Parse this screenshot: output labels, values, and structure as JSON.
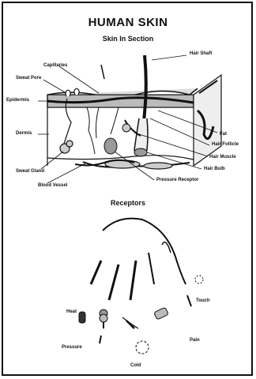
{
  "title": "HUMAN SKIN",
  "section_heading": "Skin In Section",
  "receptors_heading": "Receptors",
  "section_labels": {
    "hair_shaft": "Hair Shaft",
    "capillaries": "Capillaries",
    "sweat_pore": "Sweat Pore",
    "epidermis": "Epidermis",
    "dermis": "Dermis",
    "sweat_gland": "Sweat Gland",
    "blood_vessel": "Blood Vessel",
    "fat": "Fat",
    "hair_follicle": "Hair Follicle",
    "hair_muscle": "Hair Muscle",
    "hair_bulb": "Hair Bulb",
    "pressure_receptor": "Pressure Receptor"
  },
  "receptor_labels": {
    "heat": "Heat",
    "touch": "Touch",
    "pressure": "Pressure",
    "pain": "Pain",
    "cold": "Cold"
  }
}
